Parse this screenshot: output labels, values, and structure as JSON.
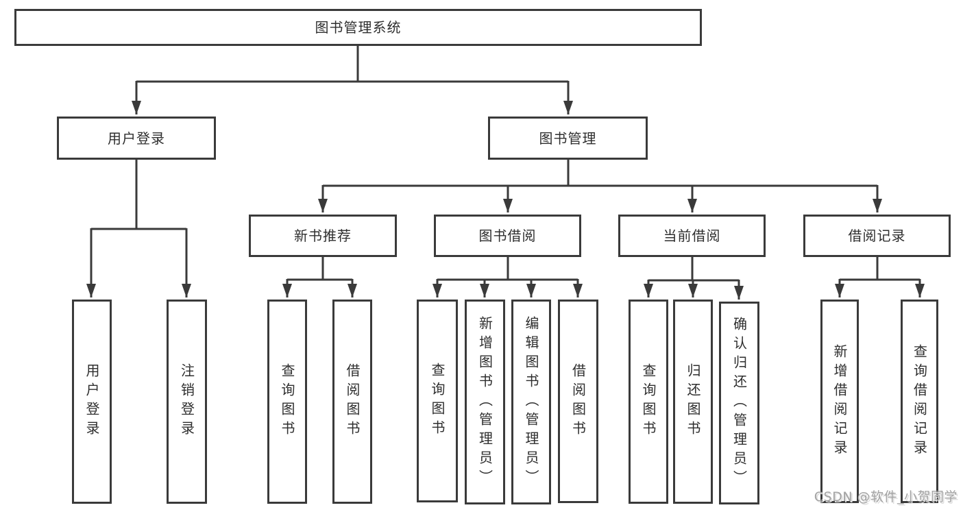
{
  "diagram": {
    "type": "hierarchy-tree",
    "colors": {
      "line": "#3a3a3a",
      "box_border": "#3a3a3a",
      "text": "#2e2e2e",
      "background": "#ffffff",
      "watermark": "#a3a3a3"
    },
    "tree": {
      "label": "图书管理系统",
      "children": [
        {
          "label": "用户登录",
          "children": [
            {
              "label": "用户登录"
            },
            {
              "label": "注销登录"
            }
          ]
        },
        {
          "label": "图书管理",
          "children": [
            {
              "label": "新书推荐",
              "children": [
                {
                  "label": "查询图书"
                },
                {
                  "label": "借阅图书"
                }
              ]
            },
            {
              "label": "图书借阅",
              "children": [
                {
                  "label": "查询图书"
                },
                {
                  "label": "新增图书（管理员）"
                },
                {
                  "label": "编辑图书（管理员）"
                },
                {
                  "label": "借阅图书"
                }
              ]
            },
            {
              "label": "当前借阅",
              "children": [
                {
                  "label": "查询图书"
                },
                {
                  "label": "归还图书"
                },
                {
                  "label": "确认归还（管理员）"
                }
              ]
            },
            {
              "label": "借阅记录",
              "children": [
                {
                  "label": "新增借阅记录"
                },
                {
                  "label": "查询借阅记录"
                }
              ]
            }
          ]
        }
      ]
    },
    "watermark": {
      "text": "CSDN @软件_小贺同学"
    }
  }
}
